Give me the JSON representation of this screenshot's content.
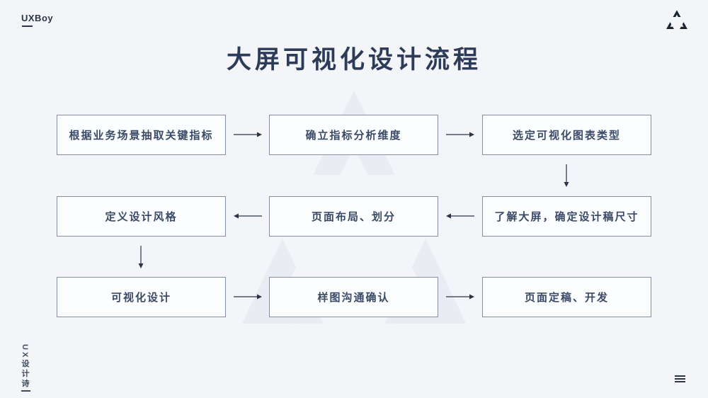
{
  "brand": {
    "name": "UXBoy",
    "logo_icon": "triangle-arrows-logo"
  },
  "title": "大屏可视化设计流程",
  "flow": {
    "steps": [
      {
        "label": "根据业务场景抽取关键指标"
      },
      {
        "label": "确立指标分析维度"
      },
      {
        "label": "选定可视化图表类型"
      },
      {
        "label": "了解大屏，确定设计稿尺寸"
      },
      {
        "label": "页面布局、划分"
      },
      {
        "label": "定义设计风格"
      },
      {
        "label": "可视化设计"
      },
      {
        "label": "样图沟通确认"
      },
      {
        "label": "页面定稿、开发"
      }
    ],
    "connections": [
      {
        "from": "根据业务场景抽取关键指标",
        "to": "确立指标分析维度",
        "direction": "right"
      },
      {
        "from": "确立指标分析维度",
        "to": "选定可视化图表类型",
        "direction": "right"
      },
      {
        "from": "选定可视化图表类型",
        "to": "了解大屏，确定设计稿尺寸",
        "direction": "down"
      },
      {
        "from": "了解大屏，确定设计稿尺寸",
        "to": "页面布局、划分",
        "direction": "left"
      },
      {
        "from": "页面布局、划分",
        "to": "定义设计风格",
        "direction": "left"
      },
      {
        "from": "定义设计风格",
        "to": "可视化设计",
        "direction": "down"
      },
      {
        "from": "可视化设计",
        "to": "样图沟通确认",
        "direction": "right"
      },
      {
        "from": "样图沟通确认",
        "to": "页面定稿、开发",
        "direction": "right"
      }
    ]
  },
  "footer": {
    "vertical_text": "UX设计诗",
    "menu_icon": "hamburger-menu-icon"
  },
  "colors": {
    "background": "#f4f5f9",
    "title_text": "#2c3b58",
    "box_border": "#848fa5",
    "box_background": "#fcfdfe",
    "box_text": "#3a4a66",
    "arrow": "#2a3445",
    "watermark": "#e9ecf3",
    "logo": "#1b2230"
  }
}
